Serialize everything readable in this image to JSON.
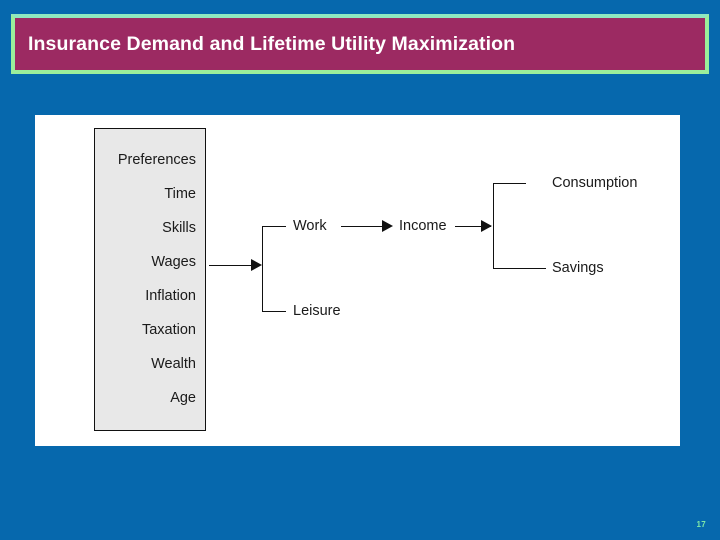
{
  "slide": {
    "title": "Insurance Demand and Lifetime Utility Maximization",
    "page_number": "17",
    "colors": {
      "background": "#0668AD",
      "title_banner": "#9C2A62",
      "title_border": "#9BEE9B",
      "title_text": "#FFFFFF",
      "panel": "#FFFFFF",
      "inputs_box": "#E8E8E8",
      "stroke": "#111111",
      "page_number": "#7FE8A8"
    }
  },
  "diagram": {
    "type": "flow-diagram",
    "inputs_box": {
      "name": "determinants",
      "items": [
        {
          "label": "Preferences"
        },
        {
          "label": "Time"
        },
        {
          "label": "Skills"
        },
        {
          "label": "Wages"
        },
        {
          "label": "Inflation"
        },
        {
          "label": "Taxation"
        },
        {
          "label": "Wealth"
        },
        {
          "label": "Age"
        }
      ]
    },
    "time_allocation": {
      "work": "Work",
      "leisure": "Leisure"
    },
    "income": {
      "label": "Income"
    },
    "income_allocation": {
      "consumption": "Consumption",
      "savings": "Savings"
    },
    "flow": [
      "determinants -> time allocation",
      "Work -> Income",
      "Income -> consumption/savings"
    ]
  }
}
